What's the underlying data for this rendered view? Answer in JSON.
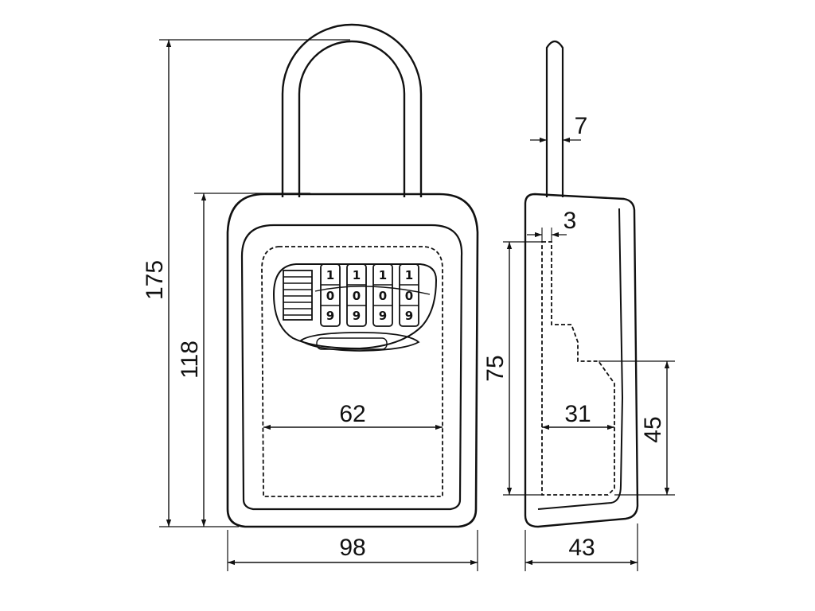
{
  "dimensions": {
    "total_height": "175",
    "body_height": "118",
    "body_width": "98",
    "inner_width": "62",
    "shackle_thickness": "7",
    "wall_thickness": "3",
    "inner_height": "75",
    "side_inner_depth": "31",
    "side_lower_height": "45",
    "side_depth": "43"
  },
  "dials": {
    "top": [
      "1",
      "1",
      "1",
      "1"
    ],
    "middle": [
      "0",
      "0",
      "0",
      "0"
    ],
    "bottom": [
      "9",
      "9",
      "9",
      "9"
    ]
  }
}
